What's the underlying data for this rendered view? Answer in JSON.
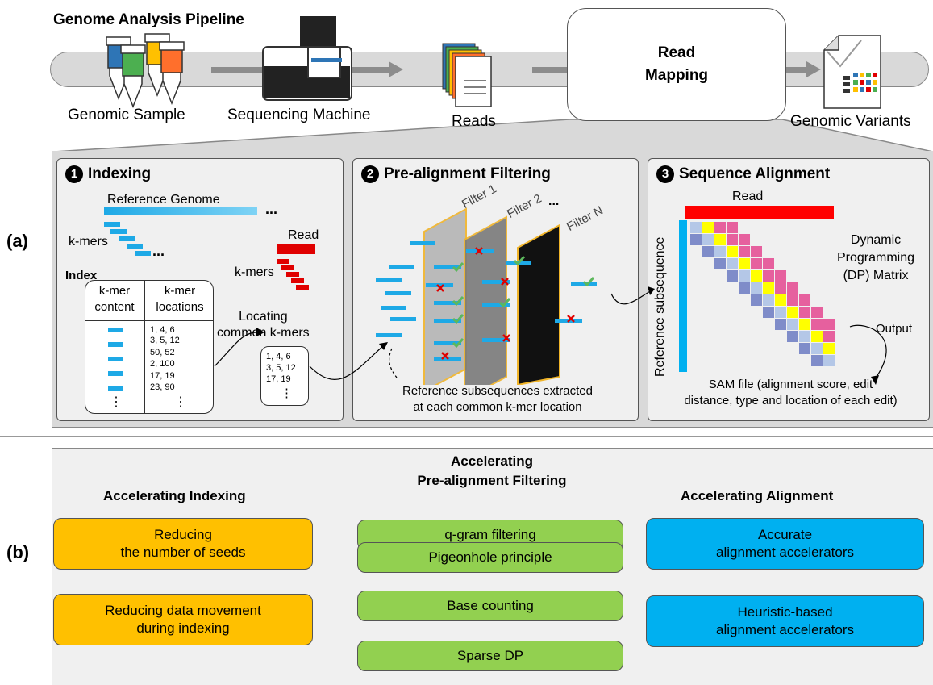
{
  "pipeline": {
    "title": "Genome Analysis Pipeline",
    "stages": [
      "Genomic Sample",
      "Sequencing Machine",
      "Reads",
      "Genomic Variants"
    ],
    "read_mapping": "Read\nMapping"
  },
  "part_labels": {
    "a": "(a)",
    "b": "(b)"
  },
  "indexing": {
    "number": "1",
    "title": "Indexing",
    "reference_genome": "Reference Genome",
    "kmers_label": "k-mers",
    "read_label": "Read",
    "read_kmers_label": "k-mers",
    "ellipsis": "...",
    "index_label": "Index",
    "col1_header": "k-mer\ncontent",
    "col2_header": "k-mer\nlocations",
    "locations": [
      "1, 4, 6",
      "3, 5, 12",
      "50, 52",
      "2, 100",
      "17, 19",
      "23, 90"
    ],
    "locating": "Locating\ncommon k-mers",
    "common_locations": [
      "1, 4, 6",
      "3, 5, 12",
      "17, 19"
    ],
    "vdots": "⋮"
  },
  "filtering": {
    "number": "2",
    "title": "Pre-alignment Filtering",
    "filters": [
      "Filter 1",
      "Filter 2",
      "Filter N"
    ],
    "dots": "...",
    "caption": "Reference subsequences extracted\nat each common k-mer location"
  },
  "alignment": {
    "number": "3",
    "title": "Sequence Alignment",
    "read_label": "Read",
    "ref_label": "Reference subsequence",
    "dp_label": "Dynamic\nProgramming\n(DP) Matrix",
    "output_label": "Output",
    "sam": "SAM file (alignment score, edit\ndistance, type and location of each edit)"
  },
  "acceleration": {
    "indexing_header": "Accelerating Indexing",
    "filtering_header": "Accelerating\nPre-alignment Filtering",
    "alignment_header": "Accelerating Alignment",
    "indexing_items": [
      "Reducing\nthe number of seeds",
      "Reducing data movement\nduring indexing"
    ],
    "filtering_items": [
      "q-gram filtering",
      "Pigeonhole principle",
      "Base counting",
      "Sparse DP"
    ],
    "alignment_items": [
      "Accurate\nalignment accelerators",
      "Heuristic-based\nalignment accelerators"
    ]
  },
  "colors": {
    "orange": "#ffc000",
    "green": "#92d050",
    "blue": "#00b0f0",
    "read_red": "#e00000",
    "kmer_blue": "#1ea9e6",
    "dp_yellow": "#ffff00",
    "dp_pink": "#e6609e",
    "dp_lightblue": "#b4c7e7",
    "dp_slate": "#7f8cc9"
  }
}
